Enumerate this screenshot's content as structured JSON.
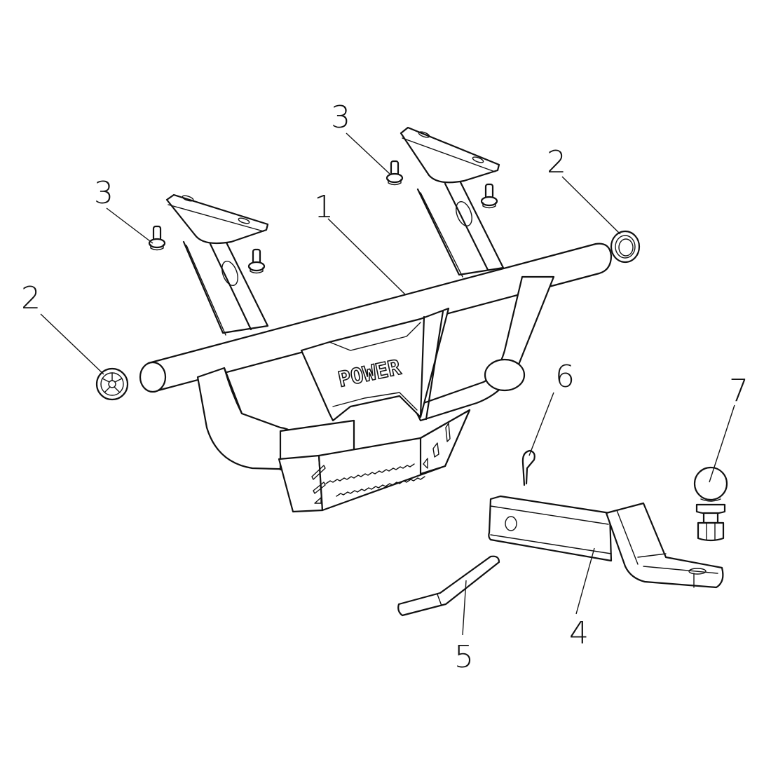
{
  "diagram": {
    "type": "exploded-parts-view",
    "subject": "Rear bumper / tow hitch assembly",
    "logo_text": "POWER",
    "callouts": [
      {
        "id": "1",
        "label": "1",
        "part": "bumper-frame"
      },
      {
        "id": "2a",
        "label": "2",
        "part": "end-cap-left"
      },
      {
        "id": "2b",
        "label": "2",
        "part": "end-cap-right"
      },
      {
        "id": "3a",
        "label": "3",
        "part": "flange-bolt-left"
      },
      {
        "id": "3b",
        "label": "3",
        "part": "flange-bolt-right"
      },
      {
        "id": "4",
        "label": "4",
        "part": "hitch-ball-mount"
      },
      {
        "id": "5",
        "label": "5",
        "part": "hitch-pin"
      },
      {
        "id": "6",
        "label": "6",
        "part": "cotter-clip"
      },
      {
        "id": "7",
        "label": "7",
        "part": "hitch-ball"
      }
    ]
  }
}
